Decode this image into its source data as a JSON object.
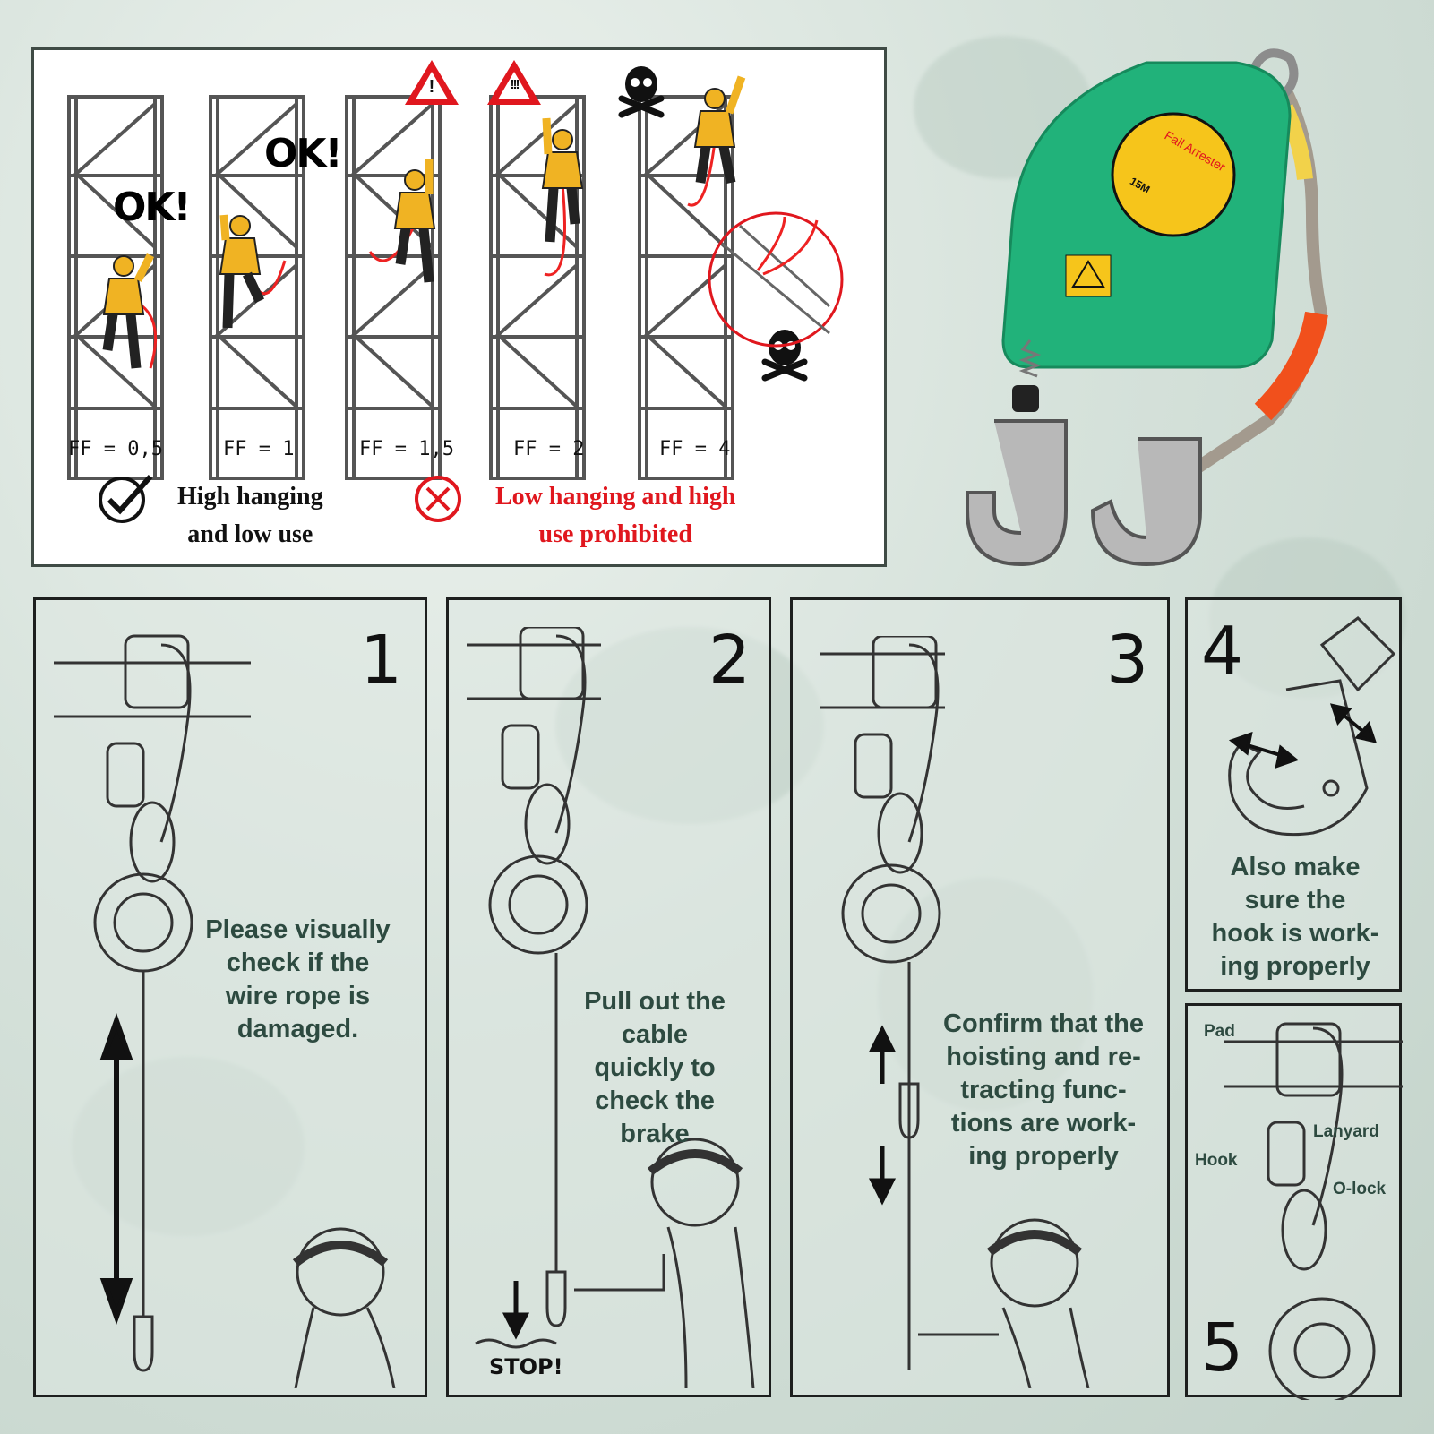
{
  "top_panel": {
    "ok_labels": [
      "OK!",
      "OK!"
    ],
    "ff_labels": [
      "FF = 0,5",
      "FF = 1",
      "FF = 1,5",
      "FF = 2",
      "FF = 4"
    ],
    "warning_marks": [
      "!",
      "!!!"
    ],
    "legend_good": [
      "High hanging",
      "and low use"
    ],
    "legend_bad": [
      "Low hanging and high",
      "use prohibited"
    ]
  },
  "product": {
    "label_title": "Fall Arrester",
    "label_size": "15M"
  },
  "steps": [
    {
      "number": "1",
      "text": [
        "Please visually",
        "check if the",
        "wire rope is",
        "damaged."
      ]
    },
    {
      "number": "2",
      "text": [
        "Pull out the",
        "cable",
        "quickly to",
        "check the",
        "brake"
      ],
      "stop_label": "STOP!"
    },
    {
      "number": "3",
      "text": [
        "Confirm that the",
        "hoisting and re-",
        "tracting func-",
        "tions are work-",
        "ing properly"
      ]
    },
    {
      "number": "4",
      "text": [
        "Also make",
        "sure the",
        "hook is work-",
        "ing properly"
      ]
    },
    {
      "number": "5",
      "labels": {
        "pad": "Pad",
        "lanyard": "Lanyard",
        "hook": "Hook",
        "olock": "O-lock"
      }
    }
  ],
  "colors": {
    "danger": "#e0171e",
    "device_green": "#21b27a",
    "text_green": "#2d4a40",
    "harness": "#f0b323"
  }
}
